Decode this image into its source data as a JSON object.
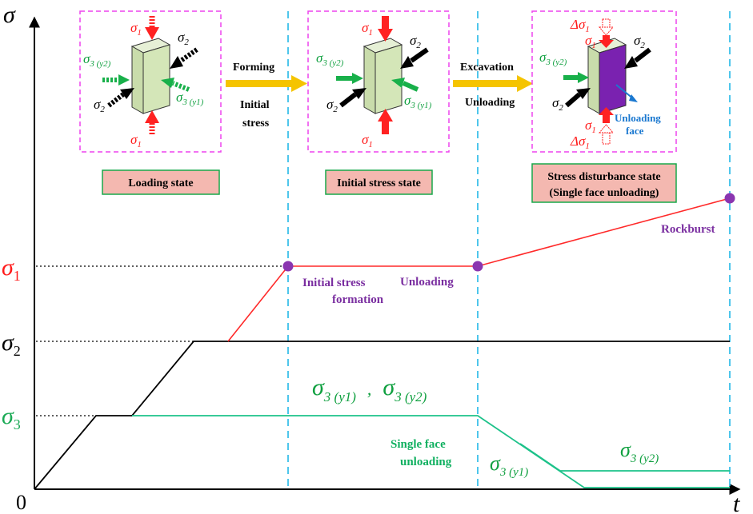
{
  "axes": {
    "y_symbol": "σ",
    "x_symbol": "t",
    "origin": "0",
    "levels": [
      {
        "main": "σ",
        "sub": "1",
        "color": "#ff1a1a"
      },
      {
        "main": "σ",
        "sub": "2",
        "color": "#000000"
      },
      {
        "main": "σ",
        "sub": "3",
        "color": "#1aaa55"
      }
    ]
  },
  "colors": {
    "sigma1_line": "#ff2a2a",
    "sigma2_line": "#000000",
    "sigma3_line": "#1dc28a",
    "guide": "#22b8e8",
    "marker": "#8a35b0",
    "purple_text": "#7a2ea0",
    "green_text": "#10b060",
    "state_box_fill": "#f4b8b0",
    "state_box_border": "#18a84a",
    "panel_border": "#ee44ee",
    "transition_arrow": "#f5c400",
    "block_fill": "#d4e6b8"
  },
  "states": {
    "loading": "Loading state",
    "initial": "Initial stress state",
    "disturbance_line1": "Stress disturbance state",
    "disturbance_line2": "(Single face unloading)"
  },
  "transitions": {
    "first_top": "Forming",
    "first_bottom_1": "Initial",
    "first_bottom_2": "stress",
    "second_top": "Excavation",
    "second_bottom": "Unloading"
  },
  "block_labels": {
    "sigma": "σ",
    "s1": "1",
    "s2": "2",
    "s3_y1": "3 (y1)",
    "s3_y2": "3 (y2)",
    "delta": "Δσ",
    "unloading_face_1": "Unloading",
    "unloading_face_2": "face"
  },
  "annotations": {
    "initial_formation_1": "Initial stress",
    "initial_formation_2": "formation",
    "unloading": "Unloading",
    "rockburst": "Rockburst",
    "single_face_1": "Single face",
    "single_face_2": "unloading",
    "sigma3_both_a": "3 (y1)",
    "sigma3_both_sep": ",",
    "sigma3_both_b": "3 (y2)",
    "sigma3_y1": "3 (y1)",
    "sigma3_y2": "3 (y2)"
  }
}
